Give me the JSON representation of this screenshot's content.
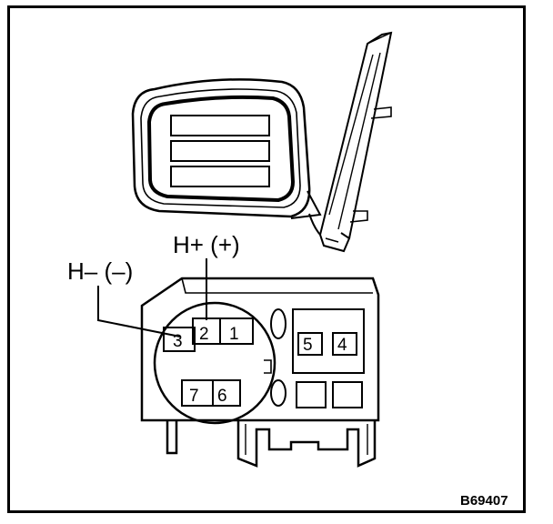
{
  "labels": {
    "h_plus": "H+ (+)",
    "h_minus": "H– (–)",
    "figure_code": "B69407"
  },
  "pins": {
    "p1": "1",
    "p2": "2",
    "p3": "3",
    "p4": "4",
    "p5": "5",
    "p6": "6",
    "p7": "7"
  },
  "colors": {
    "line": "#000000",
    "background": "#ffffff"
  }
}
